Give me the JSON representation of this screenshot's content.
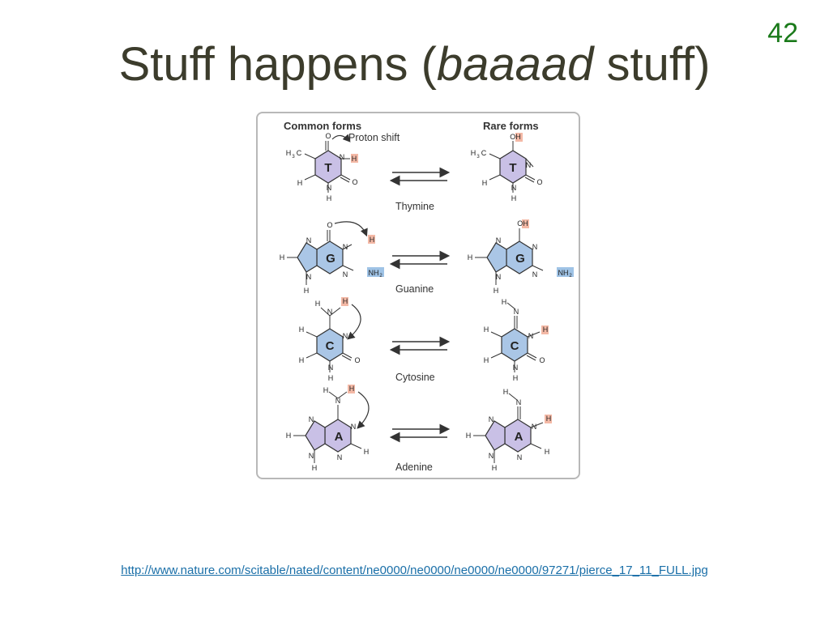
{
  "slide": {
    "number": "42",
    "title_pre": "Stuff happens (",
    "title_italic": "baaaad",
    "title_post": " stuff)",
    "credit_url": "http://www.nature.com/scitable/nated/content/ne0000/ne0000/ne0000/ne0000/97271/pierce_17_11_FULL.jpg"
  },
  "figure": {
    "header_common": "Common forms",
    "header_rare": "Rare forms",
    "proton_shift_label": "Proton shift",
    "bases": [
      {
        "name": "Thymine",
        "letter": "T"
      },
      {
        "name": "Guanine",
        "letter": "G"
      },
      {
        "name": "Cytosine",
        "letter": "C"
      },
      {
        "name": "Adenine",
        "letter": "A"
      }
    ],
    "atoms": {
      "o": "O",
      "n": "N",
      "h": "H",
      "oh": "OH",
      "nh2": "NH",
      "nh2_sub": "2",
      "h3c": "H",
      "h3c_sub": "3",
      "h3c_c": "C"
    }
  },
  "colors": {
    "purple_ring": "#c9c0e6",
    "blue_ring": "#aac6e6",
    "highlight_h": "#f4b9a6",
    "nh2_box": "#9fc3e6",
    "slide_number": "#1a7a1a",
    "link": "#1a6fa8"
  }
}
